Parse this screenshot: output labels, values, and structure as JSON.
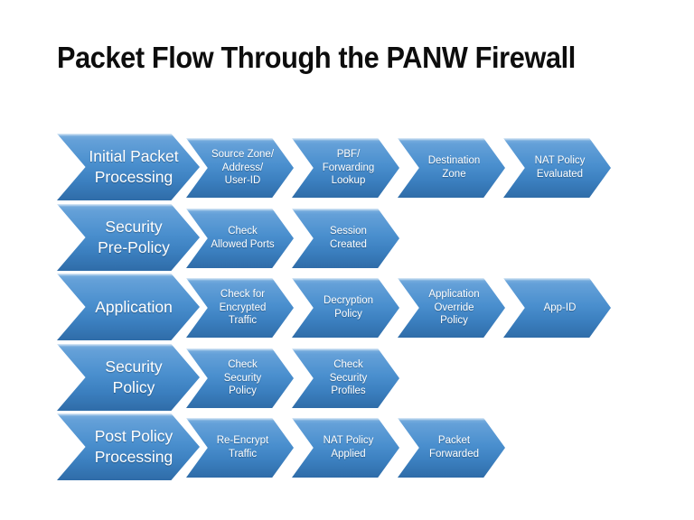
{
  "slide": {
    "title": "Packet Flow Through the PANW Firewall",
    "background_color": "#FFFFFF",
    "title_color": "#0D0D0D",
    "chevron_fill_top": "#5B9BD5",
    "chevron_fill_bottom": "#2E6DA4",
    "chevron_text_color": "#FFFFFF"
  },
  "flow": {
    "rows": [
      {
        "stage": "Initial Packet Processing",
        "steps": [
          "Source Zone/ Address/ User-ID",
          "PBF/ Forwarding Lookup",
          "Destination Zone",
          "NAT Policy Evaluated"
        ],
        "step_lines": [
          [
            "Source Zone/",
            "Address/",
            "User-ID"
          ],
          [
            "PBF/",
            "Forwarding",
            "Lookup"
          ],
          [
            "Destination",
            "Zone"
          ],
          [
            "NAT Policy",
            "Evaluated"
          ]
        ],
        "stage_lines": [
          "Initial Packet",
          "Processing"
        ]
      },
      {
        "stage": "Security Pre-Policy",
        "steps": [
          "Check Allowed Ports",
          "Session Created"
        ],
        "step_lines": [
          [
            "Check",
            "Allowed Ports"
          ],
          [
            "Session",
            "Created"
          ]
        ],
        "stage_lines": [
          "Security",
          "Pre-Policy"
        ]
      },
      {
        "stage": "Application",
        "steps": [
          "Check for Encrypted Traffic",
          "Decryption Policy",
          "Application Override Policy",
          "App-ID"
        ],
        "step_lines": [
          [
            "Check for",
            "Encrypted",
            "Traffic"
          ],
          [
            "Decryption",
            "Policy"
          ],
          [
            "Application",
            "Override",
            "Policy"
          ],
          [
            "App-ID"
          ]
        ],
        "stage_lines": [
          "Application"
        ]
      },
      {
        "stage": "Security Policy",
        "steps": [
          "Check Security Policy",
          "Check Security Profiles"
        ],
        "step_lines": [
          [
            "Check",
            "Security",
            "Policy"
          ],
          [
            "Check",
            "Security",
            "Profiles"
          ]
        ],
        "stage_lines": [
          "Security",
          "Policy"
        ]
      },
      {
        "stage": "Post Policy Processing",
        "steps": [
          "Re-Encrypt Traffic",
          "NAT Policy Applied",
          "Packet Forwarded"
        ],
        "step_lines": [
          [
            "Re-Encrypt",
            "Traffic"
          ],
          [
            "NAT Policy",
            "Applied"
          ],
          [
            "Packet",
            "Forwarded"
          ]
        ],
        "stage_lines": [
          "Post Policy",
          "Processing"
        ]
      }
    ]
  }
}
